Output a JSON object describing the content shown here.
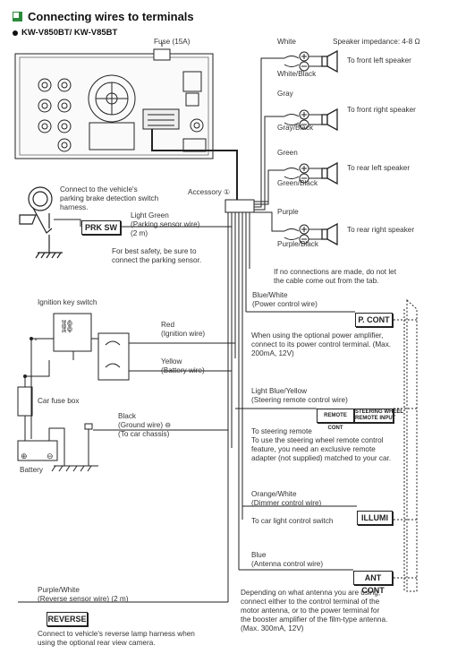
{
  "title": "Connecting wires to terminals",
  "subtitle": "KW-V850BT/ KW-V85BT",
  "colors": {
    "accent": "#2a8a3a",
    "line": "#222222"
  },
  "labels": {
    "fuse": "Fuse (15A)",
    "accessory": "Accessory ①",
    "parking_note": "Connect to the vehicle's\nparking brake detection switch\nharness.",
    "prk_wire": "Light Green\n(Parking sensor wire)\n(2 m)",
    "safety_note": "For best safety, be sure to\nconnect the parking sensor.",
    "ignition_switch": "Ignition key switch",
    "red_wire": "Red\n(Ignition wire)",
    "yellow_wire": "Yellow\n(Battery wire)",
    "car_fuse_box": "Car fuse box",
    "black_wire": "Black\n(Ground wire) ⊖\n(To car chassis)",
    "battery": "Battery",
    "reverse_wire": "Purple/White\n(Reverse sensor wire) (2 m)",
    "reverse_note": "Connect to vehicle's reverse lamp harness when\nusing the optional rear view camera.",
    "speaker_impedance": "Speaker impedance: 4-8 Ω",
    "no_connection_note": "If no connections are made, do not let\nthe cable come out from the tab.",
    "blue_white_wire": "Blue/White\n(Power control wire)",
    "pcont_note": "When using the optional power amplifier,\nconnect to its power control terminal. (Max.\n200mA, 12V)",
    "steering_wire": "Light Blue/Yellow\n(Steering remote control wire)",
    "steering_note": "To steering remote\nTo use the steering wheel remote control\nfeature, you need an exclusive remote\nadapter (not supplied) matched to your car.",
    "dimmer_wire": "Orange/White\n(Dimmer control wire)",
    "dimmer_note": "To car light control switch",
    "antenna_wire": "Blue\n(Antenna control wire)",
    "antenna_note": "Depending on what antenna you are using,\nconnect either to the control terminal of the\nmotor antenna, or to the power terminal for\nthe booster amplifier of the film-type antenna.\n(Max. 300mA, 12V)"
  },
  "terminals": {
    "prk_sw": "PRK SW",
    "p_cont": "P. CONT",
    "remote_cont": "REMOTE CONT",
    "steering_input": "STEERING WHEEL\nREMOTE INPUT",
    "illumi": "ILLUMI",
    "ant_cont": "ANT CONT",
    "reverse": "REVERSE"
  },
  "speakers": [
    {
      "top": "White",
      "bottom": "White/Black",
      "dest": "To front left speaker"
    },
    {
      "top": "Gray",
      "bottom": "Gray/Black",
      "dest": "To front right speaker"
    },
    {
      "top": "Green",
      "bottom": "Green/Black",
      "dest": "To rear left speaker"
    },
    {
      "top": "Purple",
      "bottom": "Purple/Black",
      "dest": "To rear right speaker"
    }
  ],
  "battery_symbols": {
    "plus": "⊕",
    "minus": "⊖"
  }
}
